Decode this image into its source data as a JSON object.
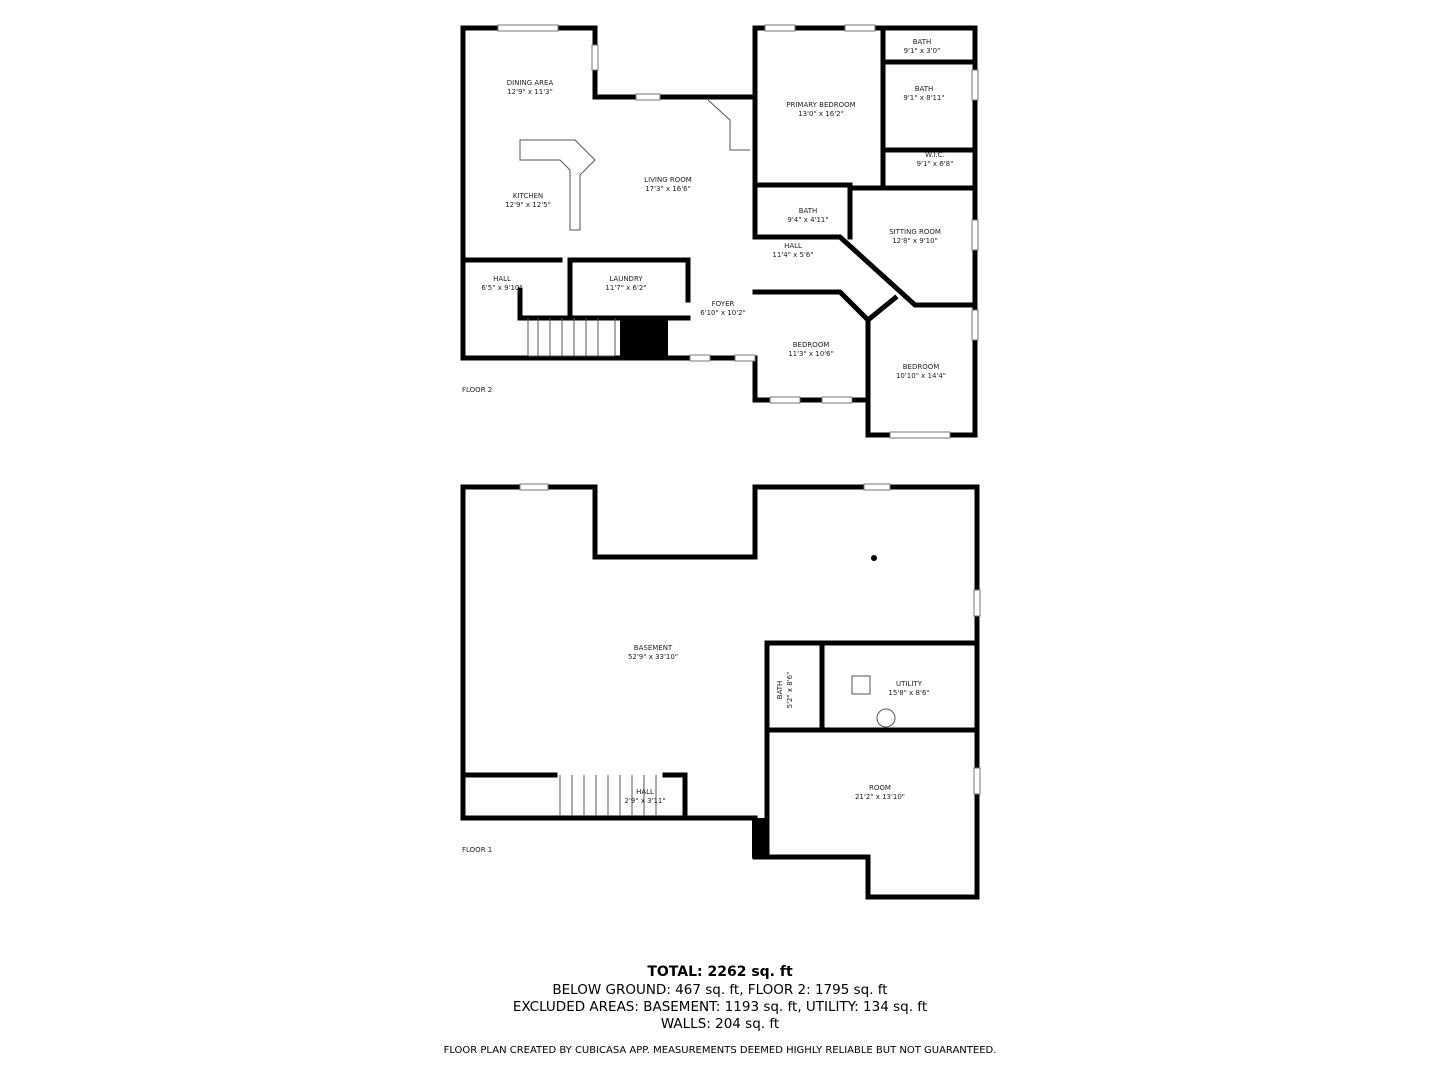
{
  "floor2": {
    "label": "FLOOR 2",
    "rooms": [
      {
        "name": "DINING AREA",
        "dims": "12'9\" x 11'3\""
      },
      {
        "name": "KITCHEN",
        "dims": "12'9\" x 12'5\""
      },
      {
        "name": "LIVING ROOM",
        "dims": "17'3\" x 16'6\""
      },
      {
        "name": "HALL",
        "dims": "6'5\" x 9'10\""
      },
      {
        "name": "LAUNDRY",
        "dims": "11'7\" x 6'2\""
      },
      {
        "name": "FOYER",
        "dims": "6'10\" x 10'2\""
      },
      {
        "name": "PRIMARY BEDROOM",
        "dims": "13'0\" x 16'2\""
      },
      {
        "name": "BATH",
        "dims": "9'1\" x 3'0\""
      },
      {
        "name": "BATH",
        "dims": "9'1\" x 8'11\""
      },
      {
        "name": "W.I.C.",
        "dims": "9'1\" x 6'8\""
      },
      {
        "name": "BATH",
        "dims": "9'4\" x 4'11\""
      },
      {
        "name": "HALL",
        "dims": "11'4\" x 5'6\""
      },
      {
        "name": "SITTING ROOM",
        "dims": "12'8\" x 9'10\""
      },
      {
        "name": "BEDROOM",
        "dims": "11'3\" x 10'6\""
      },
      {
        "name": "BEDROOM",
        "dims": "10'10\" x 14'4\""
      }
    ]
  },
  "floor1": {
    "label": "FLOOR 1",
    "rooms": [
      {
        "name": "BASEMENT",
        "dims": "52'9\" x 33'10\""
      },
      {
        "name": "BATH",
        "dims": "5'2\" x 8'6\""
      },
      {
        "name": "UTILITY",
        "dims": "15'8\" x 8'6\""
      },
      {
        "name": "ROOM",
        "dims": "21'2\" x 13'10\""
      },
      {
        "name": "HALL",
        "dims": "2'9\" x 3'11\""
      }
    ]
  },
  "summary": {
    "total": "TOTAL: 2262 sq. ft",
    "line1": "BELOW GROUND: 467 sq. ft, FLOOR 2: 1795 sq. ft",
    "line2": "EXCLUDED AREAS: BASEMENT: 1193 sq. ft, UTILITY: 134 sq. ft",
    "line3": "WALLS: 204 sq. ft"
  },
  "footer": "FLOOR PLAN CREATED BY CUBICASA APP. MEASUREMENTS DEEMED HIGHLY RELIABLE BUT NOT GUARANTEED."
}
